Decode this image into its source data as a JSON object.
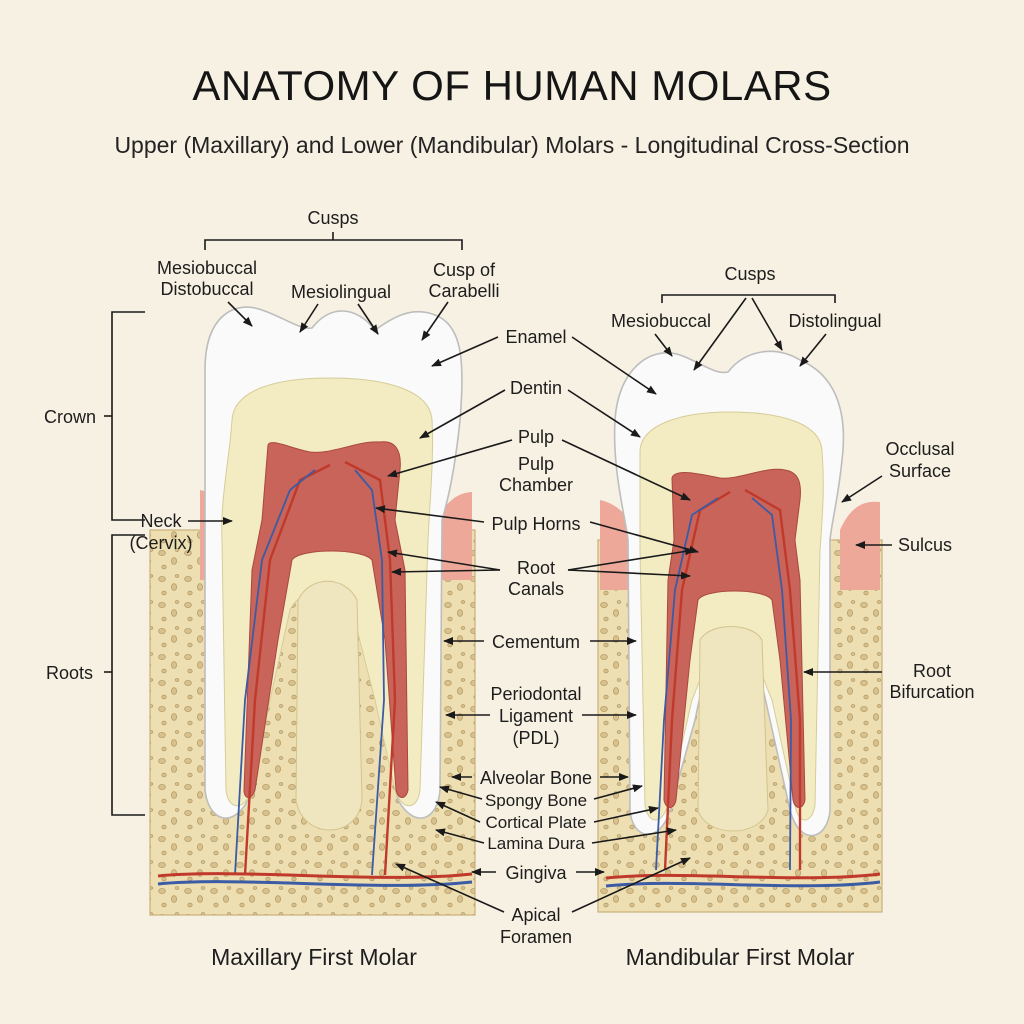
{
  "title": "ANATOMY OF HUMAN MOLARS",
  "subtitle": "Upper (Maxillary) and Lower (Mandibular) Molars - Longitudinal Cross-Section",
  "left_tooth": {
    "caption": "Maxillary First Molar",
    "cusps_heading": "Cusps",
    "mesiobuccal": "Mesiobuccal",
    "distobuccal": "Distobuccal",
    "mesiolingual": "Mesiolingual",
    "carabelli_1": "Cusp of",
    "carabelli_2": "Carabelli",
    "crown": "Crown",
    "neck_1": "Neck",
    "neck_2": "(Cervix)",
    "roots": "Roots"
  },
  "right_tooth": {
    "caption": "Mandibular First Molar",
    "cusps_heading": "Cusps",
    "mesiobuccal": "Mesiobuccal",
    "distolingual": "Distolingual",
    "occlusal_1": "Occlusal",
    "occlusal_2": "Surface",
    "sulcus": "Sulcus",
    "bifurcation_1": "Root",
    "bifurcation_2": "Bifurcation"
  },
  "center_labels": {
    "enamel": "Enamel",
    "dentin": "Dentin",
    "pulp": "Pulp",
    "pulp_chamber_1": "Pulp",
    "pulp_chamber_2": "Chamber",
    "pulp_horns": "Pulp Horns",
    "root_canals_1": "Root",
    "root_canals_2": "Canals",
    "cementum": "Cementum",
    "pdl_1": "Periodontal",
    "pdl_2": "Ligament",
    "pdl_3": "(PDL)",
    "alveolar_bone": "Alveolar Bone",
    "spongy_bone": "Spongy Bone",
    "cortical_plate": "Cortical Plate",
    "lamina_dura": "Lamina Dura",
    "gingiva": "Gingiva",
    "apical_1": "Apical",
    "apical_2": "Foramen"
  },
  "colors": {
    "background": "#f7f1e3",
    "enamel": "#fafafa",
    "dentin": "#f3ecc3",
    "pulp": "#c8645a",
    "gingiva": "#eea89a",
    "bone": "#ecdcae",
    "artery": "#c0392b",
    "vein": "#3b5ba5"
  }
}
